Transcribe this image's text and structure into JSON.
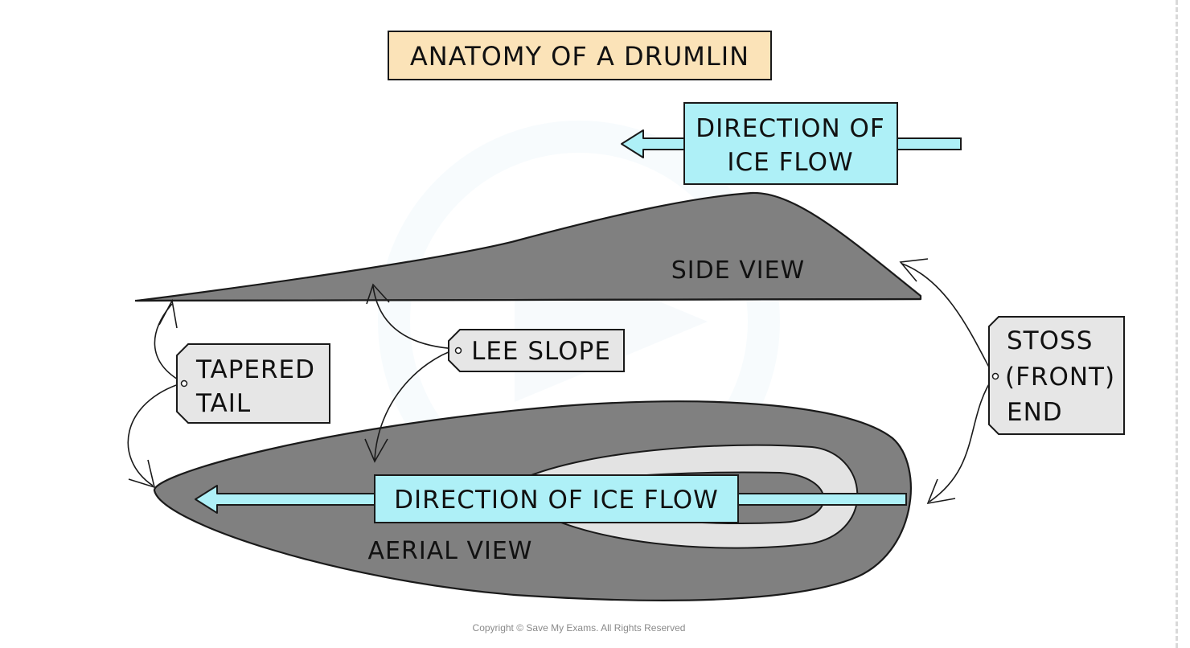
{
  "title": "ANATOMY OF A DRUMLIN",
  "top_flow": {
    "line1": "DIRECTION OF",
    "line2": "ICE FLOW"
  },
  "side_view_label": "SIDE VIEW",
  "aerial_view_label": "AERIAL VIEW",
  "bottom_flow_label": "DIRECTION OF ICE FLOW",
  "tags": {
    "lee_slope": "LEE SLOPE",
    "tapered_tail": {
      "line1": "TAPERED",
      "line2": "TAIL"
    },
    "stoss_end": {
      "line1": "STOSS",
      "line2": "(FRONT)",
      "line3": "END"
    }
  },
  "copyright": "Copyright © Save My Exams. All Rights Reserved",
  "colors": {
    "title_fill": "#fbe3b8",
    "flow_fill": "#aef0f7",
    "drumlin_dark": "#808080",
    "drumlin_light": "#e3e3e3",
    "tag_fill": "#e6e6e6",
    "outline": "#1a1a1a"
  }
}
